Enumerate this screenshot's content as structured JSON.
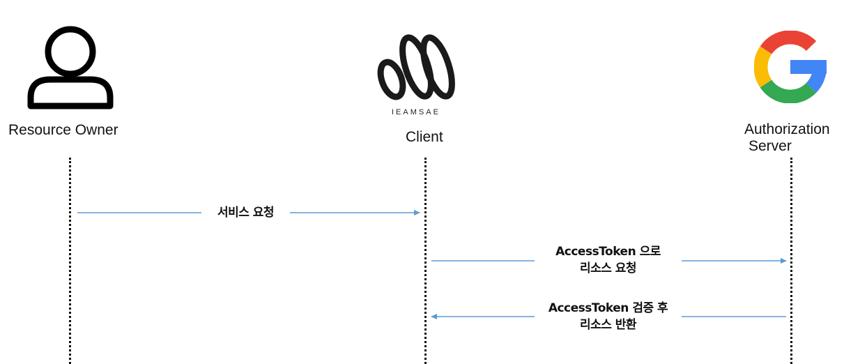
{
  "actors": {
    "resource_owner": "Resource Owner",
    "client": "Client",
    "client_logo_text": "IEAMSAE",
    "auth_server_line1": "Authorization",
    "auth_server_line2": "Server"
  },
  "messages": {
    "service_request": "서비스 요청",
    "resource_request_line1": "AccessToken 으로",
    "resource_request_line2": "리소스 요청",
    "resource_return_line1": "AccessToken 검증 후",
    "resource_return_line2": "리소스 반환"
  },
  "colors": {
    "arrow": "#5b9bd5",
    "google_red": "#ea4335",
    "google_yellow": "#fbbc05",
    "google_green": "#34a853",
    "google_blue": "#4285f4"
  }
}
